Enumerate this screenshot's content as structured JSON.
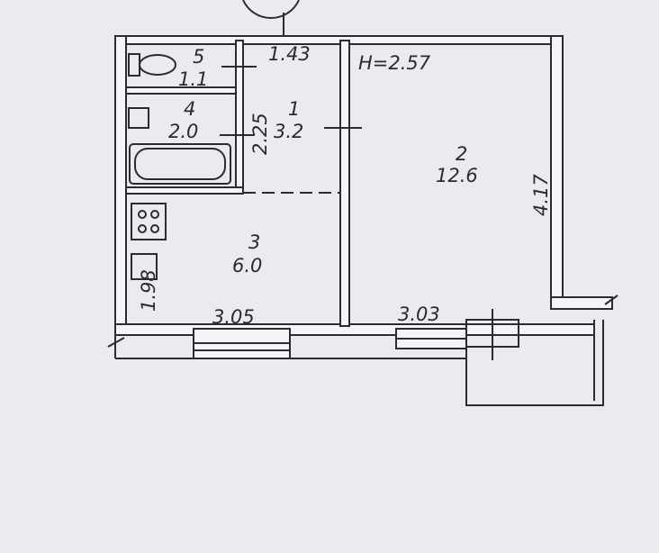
{
  "plan": {
    "ceiling_height": "H=2.57",
    "rooms": [
      {
        "number": "1",
        "area": "3.2"
      },
      {
        "number": "2",
        "area": "12.6"
      },
      {
        "number": "3",
        "area": "6.0"
      },
      {
        "number": "4",
        "area": "2.0"
      },
      {
        "number": "5",
        "area": "1.1"
      }
    ],
    "dimensions": {
      "top_corridor": "1.43",
      "corridor_height": "2.25",
      "room2_height": "4.17",
      "kitchen_width": "3.05",
      "room2_width": "3.03",
      "kitchen_height": "1.98"
    },
    "colors": {
      "paper": "#e9ebee",
      "ink": "#2b2b35"
    }
  }
}
